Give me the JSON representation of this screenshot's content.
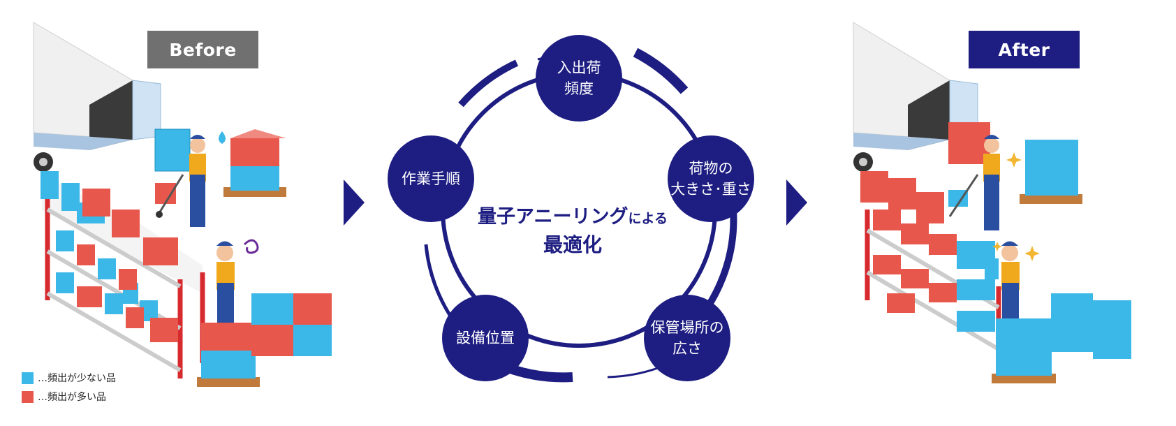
{
  "colors": {
    "navy": "#1d1d82",
    "before_gray": "#707070",
    "box_blue": "#3bb8e8",
    "box_red": "#e8574c",
    "shelf_red": "#d72a2f"
  },
  "badges": {
    "before": "Before",
    "after": "After"
  },
  "legend": [
    {
      "color": "#3bb8e8",
      "label": "…頻出が少ない品"
    },
    {
      "color": "#e8574c",
      "label": "…頻出が多い品"
    }
  ],
  "cycle": {
    "center_main": "量子アニーリング",
    "center_suffix": "による",
    "center_sub": "最適化",
    "nodes": {
      "top": "入出荷\n頻度",
      "right": "荷物の\n大きさ･重さ",
      "lower_right": "保管場所の\n広さ",
      "lower_left": "設備位置",
      "left": "作業手順"
    }
  },
  "icons": {
    "arrow": "triangle-right-icon",
    "sweat": "sweat-drop-icon",
    "confusion": "swirl-icon",
    "sparkle": "sparkle-icon"
  }
}
